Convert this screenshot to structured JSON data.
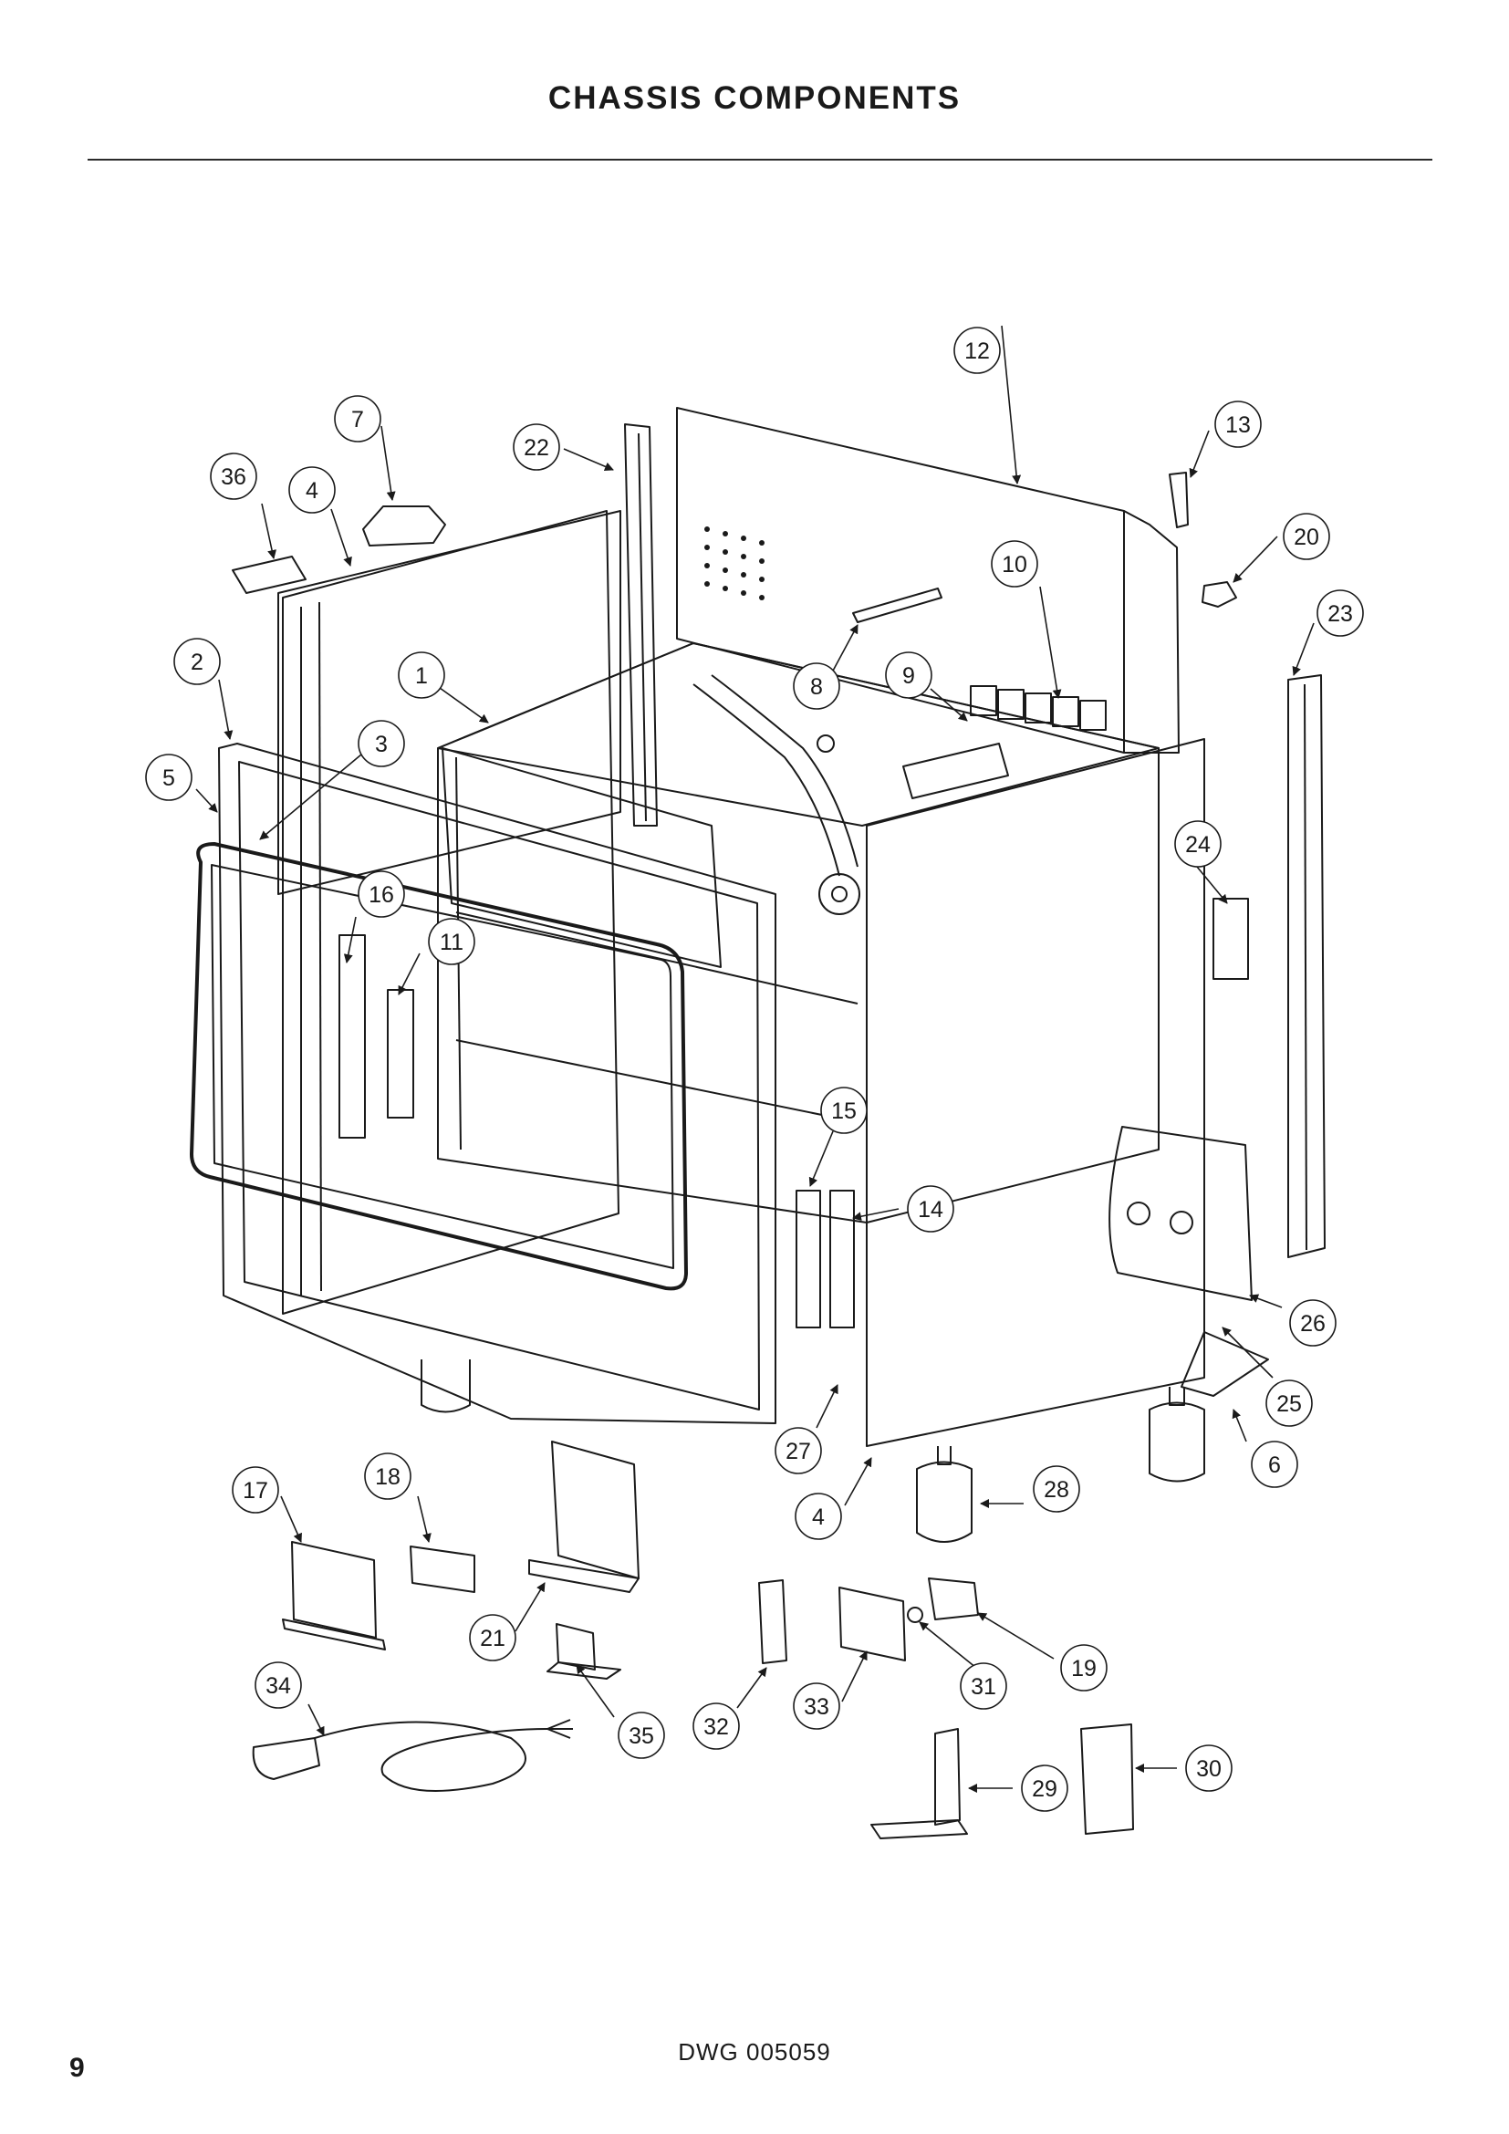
{
  "header": {
    "title": "CHASSIS COMPONENTS"
  },
  "footer": {
    "drawing_id": "DWG 005059",
    "page_number": "9"
  },
  "callouts": [
    "1",
    "2",
    "3",
    "4",
    "5",
    "6",
    "7",
    "8",
    "9",
    "10",
    "11",
    "12",
    "13",
    "14",
    "15",
    "16",
    "17",
    "18",
    "19",
    "20",
    "21",
    "22",
    "23",
    "24",
    "25",
    "26",
    "27",
    "4",
    "28",
    "29",
    "30",
    "31",
    "32",
    "33",
    "34",
    "35",
    "36"
  ]
}
